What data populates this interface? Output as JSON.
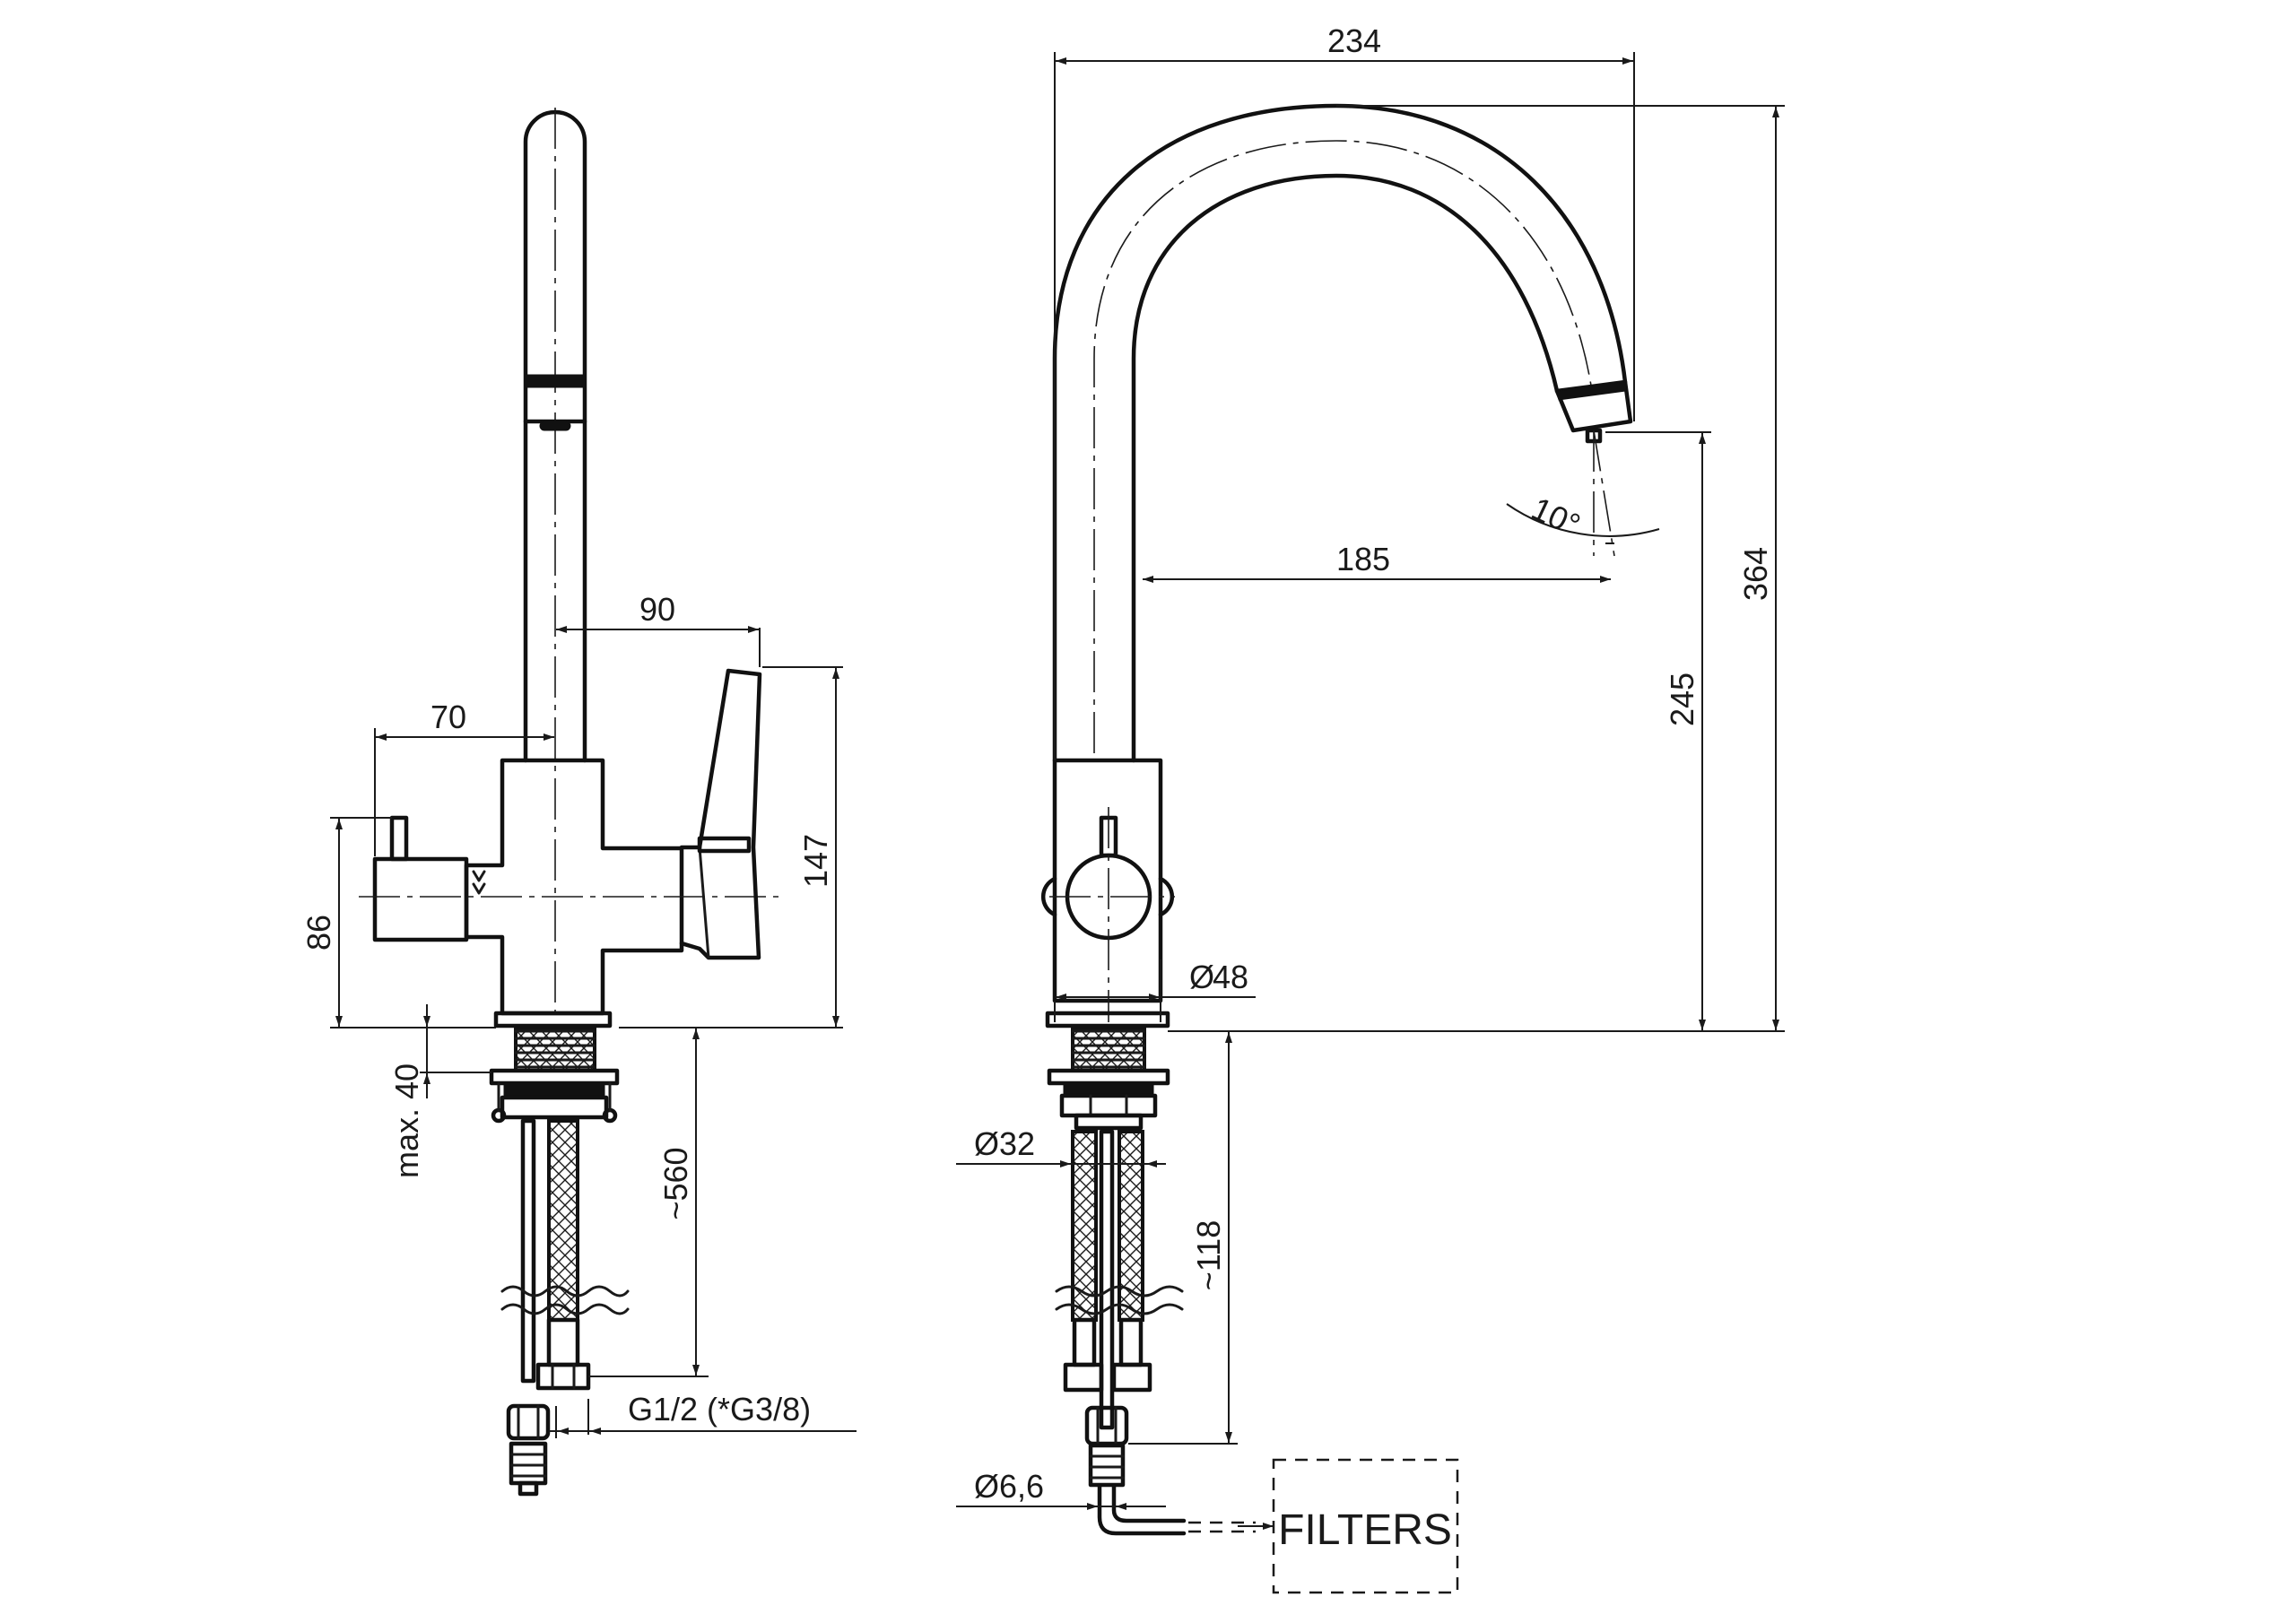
{
  "dimensions": {
    "d234": "234",
    "d364": "364",
    "d245": "245",
    "d185": "185",
    "d10deg": "10°",
    "d90": "90",
    "d70": "70",
    "d147": "147",
    "d86": "86",
    "dmax40": "max. 40",
    "d560": "~560",
    "dthread": "G1/2 (*G3/8)",
    "d48": "48",
    "d32": "32",
    "d118": "~118",
    "d66": "6,6"
  },
  "labels": {
    "filters": "FILTERS"
  },
  "symbols": {
    "diameter": "Ø"
  },
  "colors": {
    "line": "#1a1a1a",
    "background": "#ffffff"
  }
}
